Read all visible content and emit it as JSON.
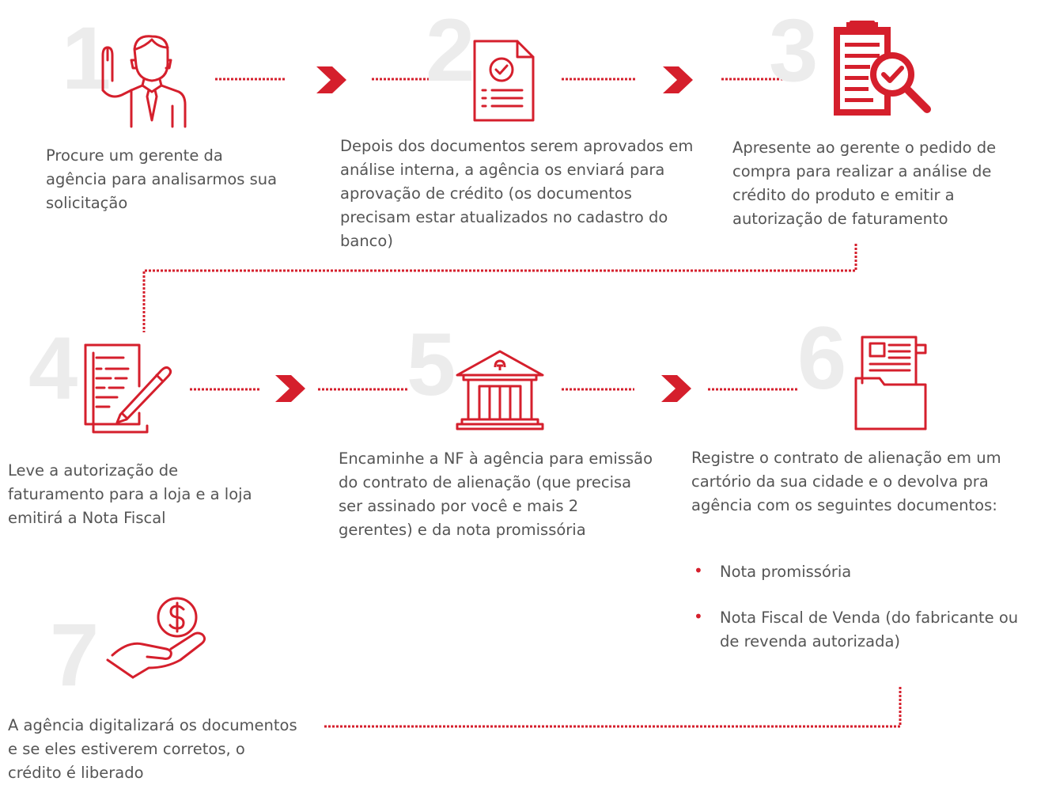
{
  "accent_color": "#d51f2c",
  "number_color": "#ececec",
  "steps": [
    {
      "number": "1",
      "icon": "raised-hand-person-icon",
      "text": "Procure um gerente da agência para analisarmos sua solicitação"
    },
    {
      "number": "2",
      "icon": "approved-document-icon",
      "text": "Depois dos documentos serem aprovados em análise interna, a agência os enviará para aprovação de crédito (os documentos precisam estar atualizados no cadastro do banco)"
    },
    {
      "number": "3",
      "icon": "clipboard-check-search-icon",
      "text": "Apresente ao gerente o pedido de compra para realizar a análise de crédito do produto e emitir a autorização de faturamento"
    },
    {
      "number": "4",
      "icon": "document-pen-icon",
      "text": "Leve a autorização de faturamento para a loja e a loja emitirá a Nota Fiscal"
    },
    {
      "number": "5",
      "icon": "bank-icon",
      "text": "Encaminhe a NF à agência para emissão do contrato de alienação (que precisa ser assinado por você e mais 2 gerentes) e da nota promissória"
    },
    {
      "number": "6",
      "icon": "folder-documents-icon",
      "text": "Registre o contrato de alienação em um cartório da sua cidade e o devolva pra agência com os seguintes documentos:",
      "bullets": [
        "Nota promissória",
        "Nota Fiscal de Venda (do fabricante ou de revenda autorizada)"
      ]
    },
    {
      "number": "7",
      "icon": "hand-coin-icon",
      "text": "A agência digitalizará os documentos e se eles estiverem corretos, o crédito é liberado"
    }
  ]
}
